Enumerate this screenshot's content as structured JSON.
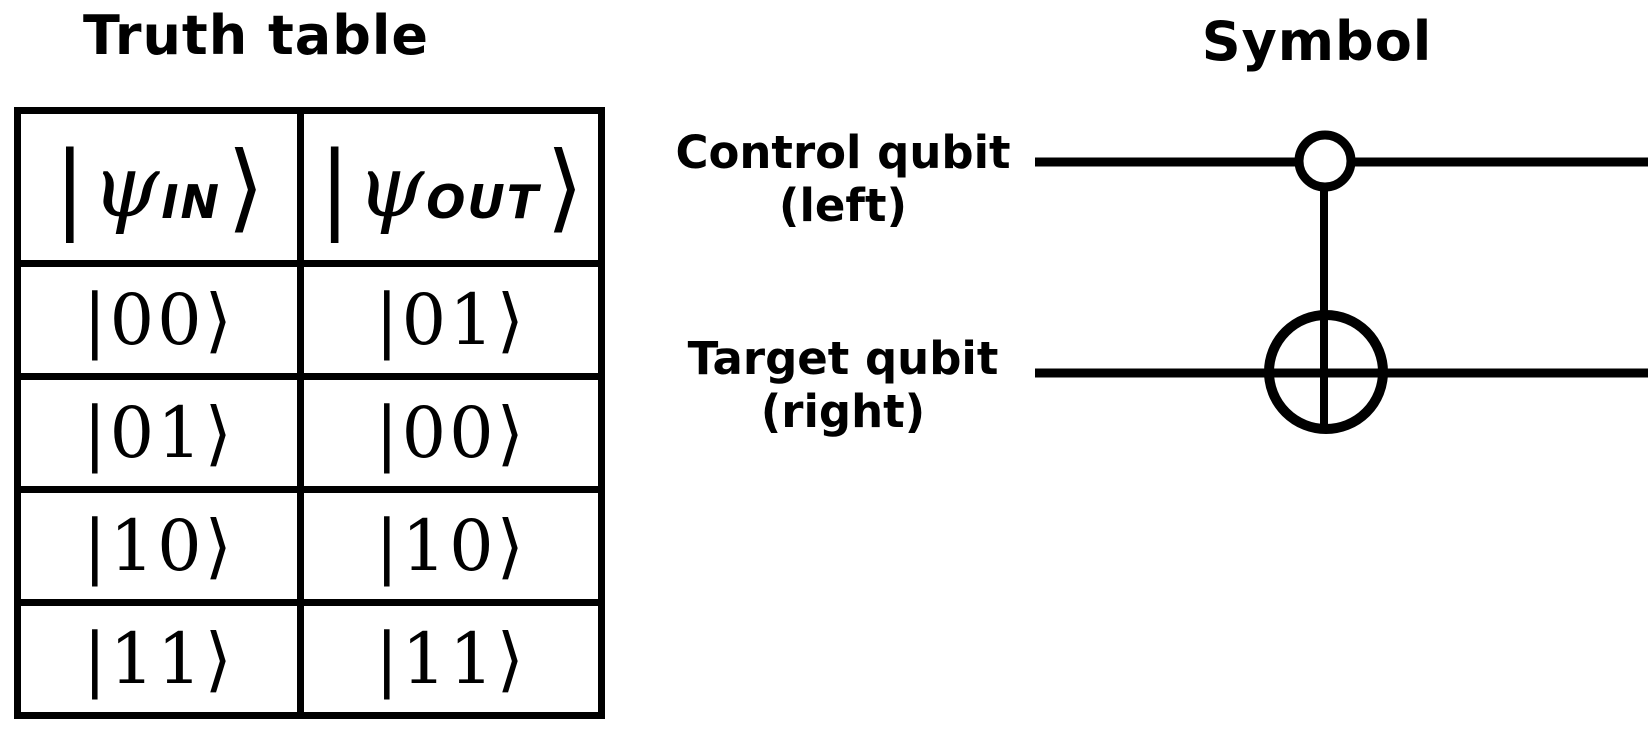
{
  "colors": {
    "ink": "#000000",
    "background": "#ffffff"
  },
  "truth_table": {
    "title": "Truth table",
    "bra": "|",
    "ket": "⟩",
    "columns": [
      {
        "symbol": "ψ",
        "subscript": "IN"
      },
      {
        "symbol": "ψ",
        "subscript": "OUT"
      }
    ],
    "rows": [
      {
        "in": "|00⟩",
        "out": "|01⟩"
      },
      {
        "in": "|01⟩",
        "out": "|00⟩"
      },
      {
        "in": "|10⟩",
        "out": "|10⟩"
      },
      {
        "in": "|11⟩",
        "out": "|11⟩"
      }
    ]
  },
  "symbol_panel": {
    "title": "Symbol",
    "control_label": {
      "line1": "Control qubit",
      "line2": "(left)"
    },
    "target_label": {
      "line1": "Target qubit",
      "line2": "(right)"
    }
  }
}
